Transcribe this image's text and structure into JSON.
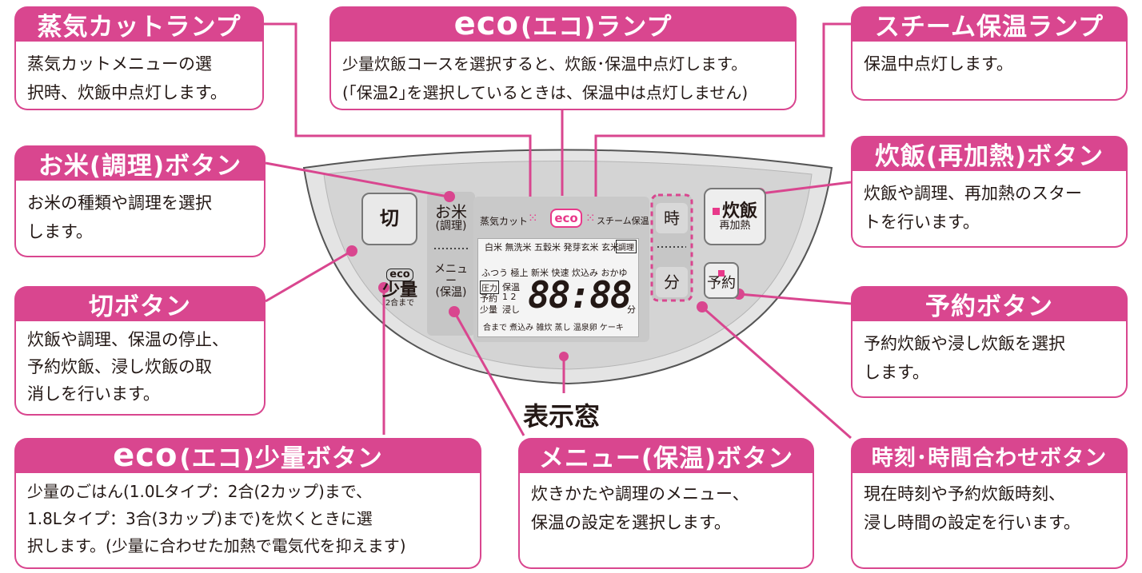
{
  "callouts": {
    "steam_cut_lamp": {
      "title": "蒸気カットランプ",
      "lines": [
        "蒸気カットメニューの選",
        "択時、炊飯中点灯します。"
      ]
    },
    "eco_lamp": {
      "title_eco": "eco",
      "title_rest": "(エコ)ランプ",
      "lines": [
        "少量炊飯コースを選択すると、炊飯･保温中点灯します。",
        "(｢保温2｣を選択しているときは、保温中は点灯しません)"
      ]
    },
    "steam_keep_lamp": {
      "title": "スチーム保温ランプ",
      "lines": [
        "保温中点灯します。"
      ]
    },
    "rice_button": {
      "title": "お米(調理)ボタン",
      "lines": [
        "お米の種類や調理を選択",
        "します。"
      ]
    },
    "cook_button": {
      "title": "炊飯(再加熱)ボタン",
      "lines": [
        "炊飯や調理、再加熱のスター",
        "トを行います。"
      ]
    },
    "off_button": {
      "title": "切ボタン",
      "lines": [
        "炊飯や調理、保温の停止、",
        "予約炊飯、浸し炊飯の取",
        "消しを行います。"
      ]
    },
    "timer_button": {
      "title": "予約ボタン",
      "lines": [
        "予約炊飯や浸し炊飯を選択",
        "します。"
      ]
    },
    "eco_small_button": {
      "title_eco": "eco",
      "title_rest": "(エコ)少量ボタン",
      "lines": [
        "少量のごはん(1.0Lタイプ：2合(2カップ)まで、",
        "1.8Lタイプ：3合(3カップ)まで)を炊くときに選",
        "択します。(少量に合わせた加熱で電気代を抑えます)"
      ]
    },
    "menu_button": {
      "title": "メニュー(保温)ボタン",
      "lines": [
        "炊きかたや調理のメニュー、",
        "保温の設定を選択します。"
      ]
    },
    "time_set_button": {
      "title": "時刻･時間合わせボタン",
      "lines": [
        "現在時刻や予約炊飯時刻、",
        "浸し時間の設定を行います。"
      ]
    }
  },
  "display_window_label": "表示窓",
  "panel": {
    "off": "切",
    "rice_top": "お米",
    "rice_sub": "(調理)",
    "eco_small_badge": "eco",
    "eco_small_main": "少量",
    "eco_small_sub": "2合まで",
    "menu_top": "メニュー",
    "menu_sub": "(保温)",
    "cook_main": "炊飯",
    "cook_sub": "再加熱",
    "timer": "予約",
    "hour": "時",
    "minute": "分",
    "indicator_steam_cut": "蒸気カット",
    "indicator_eco": "eco",
    "indicator_steam_keep": "スチーム保温",
    "rice_types": "白米 無洗米 五穀米 発芽玄米 玄米",
    "rice_types_tag": "調理",
    "menu_row1": "ふつう 極上 新米 快速 炊込み おかゆ",
    "pressure": "圧力",
    "keep_warm": "保温",
    "reserve": "予約",
    "reserve_num": "1 2",
    "small": "少量",
    "soak": "浸し",
    "digits": "88:88",
    "minutes_unit": "分",
    "menu_row3": "合まで 煮込み 雑炊 蒸し 温泉卵 ケーキ"
  },
  "colors": {
    "accent": "#d9468f",
    "panel_shell": "#e6e6e6",
    "panel_inner": "#d2d2d2",
    "lamp": "#e8398a"
  }
}
